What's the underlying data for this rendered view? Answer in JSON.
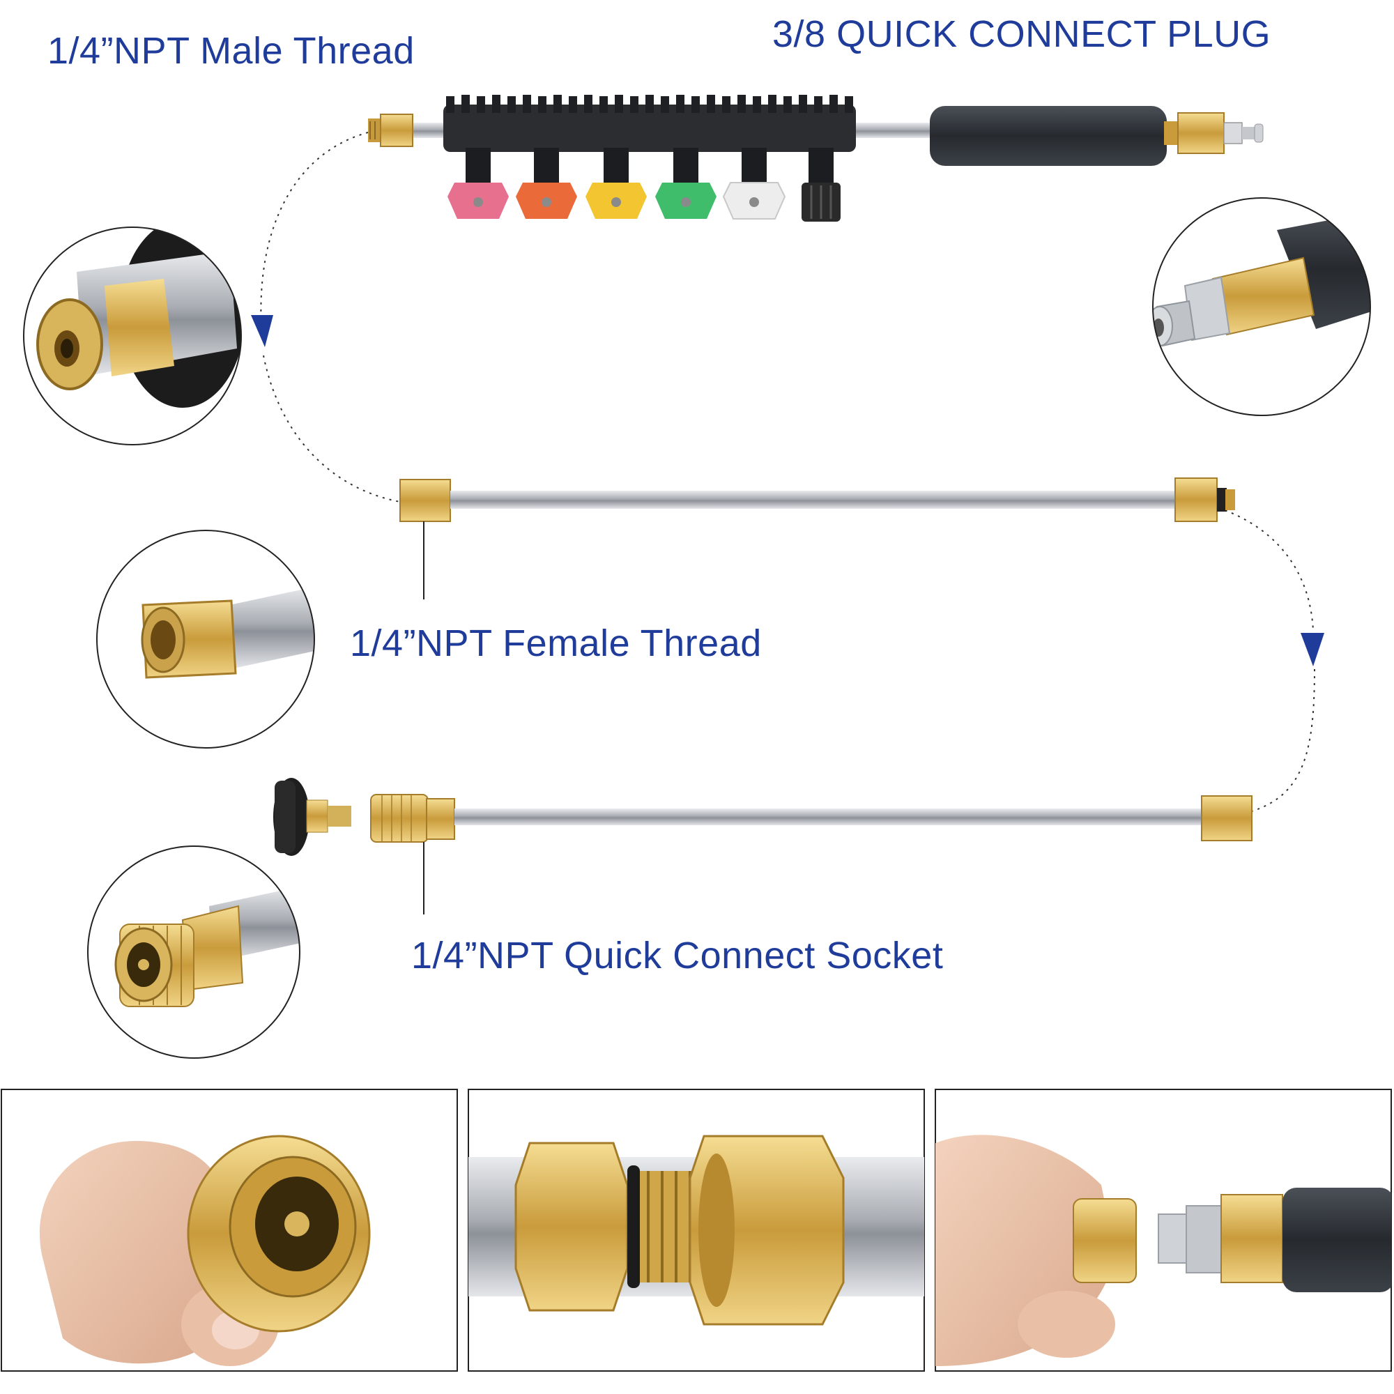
{
  "labels": {
    "male_thread": "1/4”NPT Male Thread",
    "quick_connect_plug": "3/8 QUICK CONNECT PLUG",
    "female_thread": "1/4”NPT Female Thread",
    "quick_connect_socket": "1/4”NPT Quick Connect Socket"
  },
  "colors": {
    "label_blue": "#1f3c9b",
    "brass": "#d8b45a",
    "steel": "#b9bcc1",
    "handle": "#2f3338",
    "nozzle_red": "#e8708f",
    "nozzle_orange": "#ea6a3a",
    "nozzle_yellow": "#f2c531",
    "nozzle_green": "#3fbd6a",
    "nozzle_white": "#ededed",
    "nozzle_black": "#2a2a2a"
  },
  "icons": [
    "nozzle-holder-icon",
    "brass-fitting-icon",
    "extension-wand-icon",
    "quick-connect-socket-icon",
    "hand-icon",
    "arrow-down-icon"
  ]
}
